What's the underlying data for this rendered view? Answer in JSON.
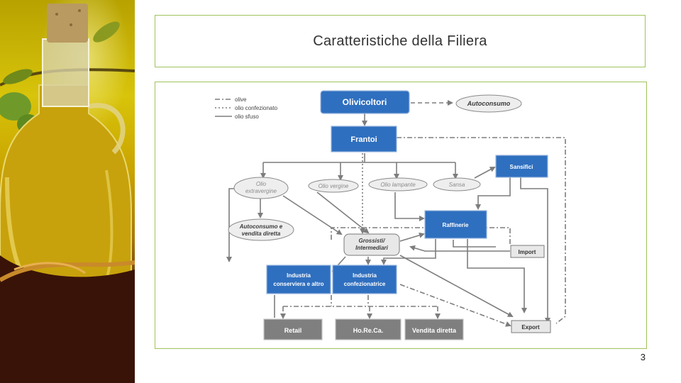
{
  "slide": {
    "title": "Caratteristiche della Filiera",
    "number": "3"
  },
  "legend": {
    "olive": "olive",
    "olio_confezionato": "olio confezionato",
    "olio_sfuso": "olio sfuso"
  },
  "nodes": {
    "olivicoltori": "Olivicoltori",
    "autoconsumo": "Autoconsumo",
    "frantoi": "Frantoi",
    "sansifici": "Sansifici",
    "olio_extravergine_l1": "Olio",
    "olio_extravergine_l2": "extravergine",
    "olio_vergine": "Olio vergine",
    "olio_lampante": "Olio lampante",
    "sansa": "Sansa",
    "autoconsumo_vendita_l1": "Autoconsumo e",
    "autoconsumo_vendita_l2": "vendita diretta",
    "raffinerie": "Raffinerie",
    "grossisti_l1": "Grossisti/",
    "grossisti_l2": "Intermediari",
    "import": "Import",
    "industria_conserviera_l1": "Industria",
    "industria_conserviera_l2": "conserviera e altro",
    "industria_confezionatrice_l1": "Industria",
    "industria_confezionatrice_l2": "confezionatrice",
    "retail": "Retail",
    "horeca": "Ho.Re.Ca.",
    "vendita_diretta": "Vendita  diretta",
    "export": "Export"
  },
  "colors": {
    "frame_border": "#9fc35a",
    "blue_node": "#2f6fbf",
    "grey_node": "#7f7f7f",
    "connector": "#7d7d7d"
  }
}
